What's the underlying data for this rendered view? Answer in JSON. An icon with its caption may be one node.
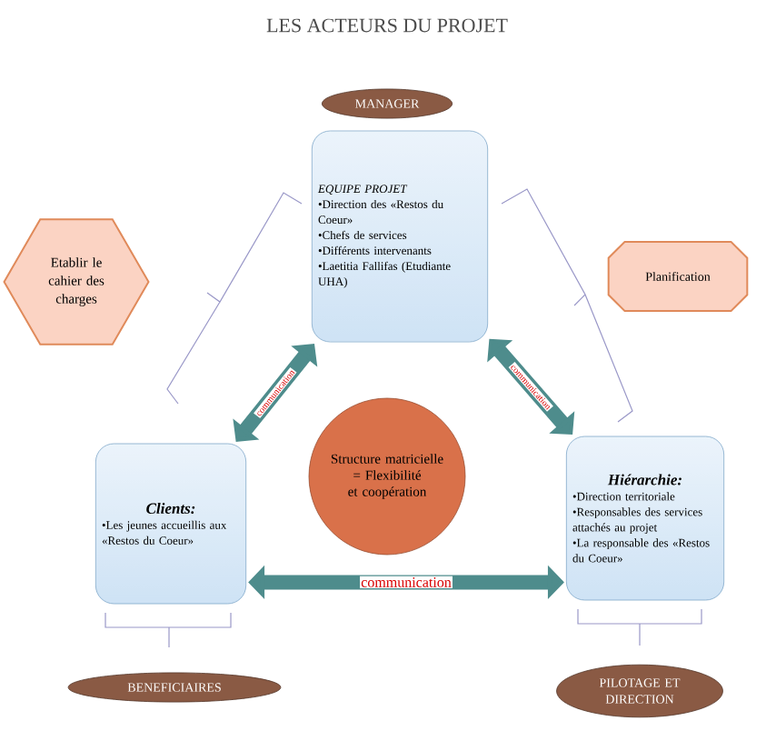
{
  "diagram": {
    "title": "LES ACTEURS DU PROJET",
    "nodes": [
      {
        "text": [
          "MANAGER"
        ]
      },
      {
        "text": [
          "EQUIPE PROJET",
          "•Direction des «Restos du Coeur»",
          "•Chefs de services",
          "•Différents intervenants",
          "•Laetitia Fallifas (Etudiante UHA)"
        ]
      },
      {
        "text": [
          "Etablir le cahier des charges"
        ]
      },
      {
        "text": [
          "Planification"
        ]
      },
      {
        "text": [
          "Structure matricielle = Flexibilité et coopération"
        ]
      },
      {
        "text": [
          "Clients:",
          "•Les jeunes accueillis aux «Restos du Coeur»"
        ]
      },
      {
        "text": [
          "Hiérarchie:",
          "•Direction territoriale",
          "•Responsables des services attachés au projet",
          "•La responsable des «Restos du Coeur»"
        ]
      },
      {
        "text": [
          "BENEFICIAIRES"
        ]
      },
      {
        "text": [
          "PILOTAGE ET DIRECTION"
        ]
      }
    ],
    "edges": [
      {
        "from": 1,
        "to": 5,
        "arrow": "both",
        "label": "communication"
      },
      {
        "from": 1,
        "to": 6,
        "arrow": "both",
        "label": "communication"
      },
      {
        "from": 5,
        "to": 6,
        "arrow": "both",
        "label": "communication"
      }
    ]
  }
}
